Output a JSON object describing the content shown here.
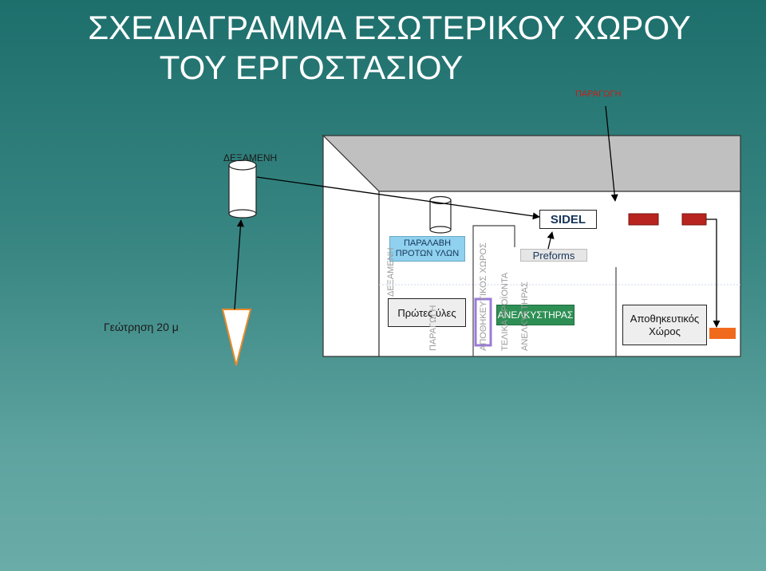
{
  "title": {
    "line1": "ΣΧΕΔΙΑΓΡΑΜΜΑ ΕΣΩΤΕΡΙΚΟΥ ΧΩΡΟΥ",
    "line2": "ΤΟΥ ΕΡΓΟΣΤΑΣΙΟΥ"
  },
  "labels": {
    "production": "ΠΑΡΑΓΩΓΗ",
    "tank": "ΔΕΞΑΜΕΝΗ",
    "borehole": "Γεώτρηση 20 μ",
    "receiving": "ΠΑΡΑΛΑΒΗ ΠΡΟΤΩΝ ΥΛΩΝ",
    "raw_materials": "Πρώτες ύλες",
    "sidel": "SIDEL",
    "preforms": "Preforms",
    "elevator": "ΑΝΕΛΚΥΣΤΗΡΑΣ",
    "storage": "Αποθηκευτικός Χώρος"
  },
  "vertical_labels": {
    "v1": "ΔΕΞΑΜΕΝΗ",
    "v2": "ΠΑΡΑΓΩΓΗ",
    "v3": "ΑΠΟΘΗΚΕΥΤΙΚΟΣ ΧΩΡΟΣ",
    "v4": "ΤΕΛΙΚΑ ΠΡΟΪΟΝΤΑ",
    "v5": "ΑΝΕΛΚΥΣΤΗΡΑΣ"
  },
  "colors": {
    "background_top": "#1d6f6c",
    "background_bottom": "#6aaca7",
    "building_wall": "#ffffff",
    "building_roof": "#c0c0c0",
    "elevator_green": "#2e8f55",
    "accent_red": "#c4201c",
    "accent_orange": "#f06a1e"
  }
}
